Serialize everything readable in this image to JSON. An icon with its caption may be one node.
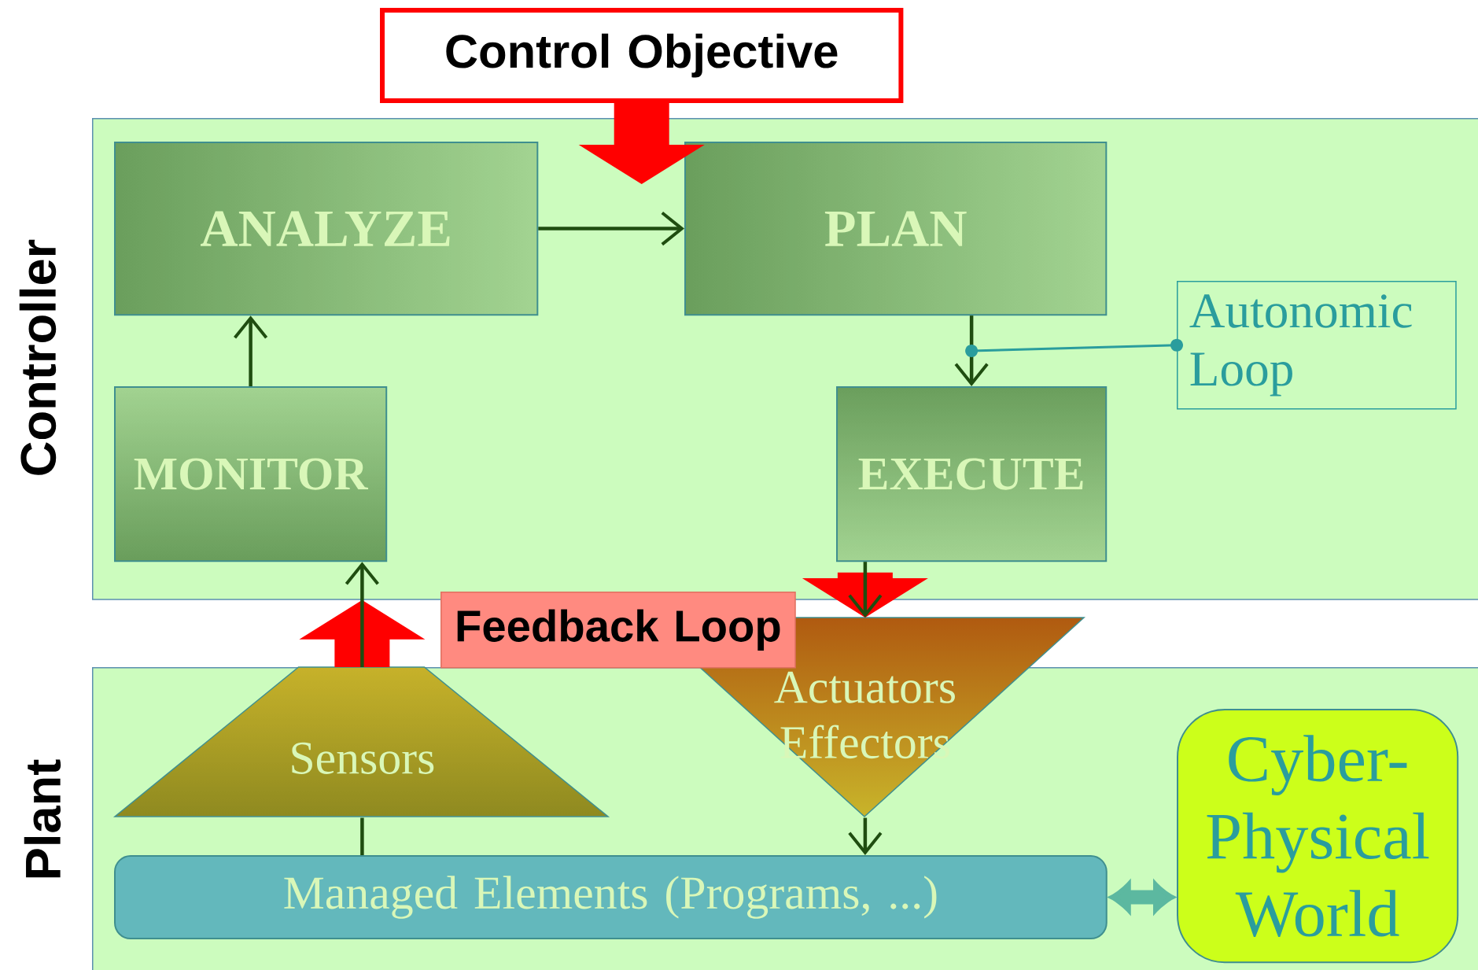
{
  "diagram": {
    "nodes": [
      {
        "text": [
          "Control Objective"
        ]
      },
      {
        "text": [
          "Controller"
        ]
      },
      {
        "text": [
          "ANALYZE"
        ],
        "in": 1
      },
      {
        "text": [
          "PLAN"
        ],
        "in": 1
      },
      {
        "text": [
          "MONITOR"
        ],
        "in": 1
      },
      {
        "text": [
          "EXECUTE"
        ],
        "in": 1
      },
      {
        "text": [
          "Autonomic Loop"
        ],
        "in": 1
      },
      {
        "text": [
          "Plant"
        ]
      },
      {
        "text": [
          "Sensors"
        ],
        "in": 7
      },
      {
        "text": [
          "Actuators Effectors"
        ]
      },
      {
        "text": [
          "Managed Elements (Programs, ...)"
        ],
        "in": 7
      },
      {
        "text": [
          "Cyber-Physical World"
        ],
        "in": 7
      },
      {
        "text": [
          "Feedback Loop"
        ]
      }
    ],
    "edges": [
      {
        "from": 0,
        "to": null,
        "arrow": "to",
        "style": "thick",
        "color": "#ff0000"
      },
      {
        "from": 2,
        "to": 3,
        "arrow": "to"
      },
      {
        "from": 4,
        "to": 2,
        "arrow": "to"
      },
      {
        "from": 3,
        "to": 5,
        "arrow": "to"
      },
      {
        "from": 6,
        "to": null,
        "arrow": "other",
        "color": "#2a9d9d"
      },
      {
        "from": 8,
        "to": 1,
        "arrow": "to",
        "style": "thick",
        "color": "#ff0000"
      },
      {
        "from": 1,
        "to": 9,
        "arrow": "to",
        "style": "thick",
        "color": "#ff0000"
      },
      {
        "from": 8,
        "to": 4,
        "arrow": "to"
      },
      {
        "from": 5,
        "to": 9,
        "arrow": "to"
      },
      {
        "from": 10,
        "to": 8,
        "arrow": "none"
      },
      {
        "from": 9,
        "to": 10,
        "arrow": "to"
      },
      {
        "from": 10,
        "to": 11,
        "arrow": "both",
        "style": "thick",
        "color": "#5cb8a0"
      }
    ]
  }
}
